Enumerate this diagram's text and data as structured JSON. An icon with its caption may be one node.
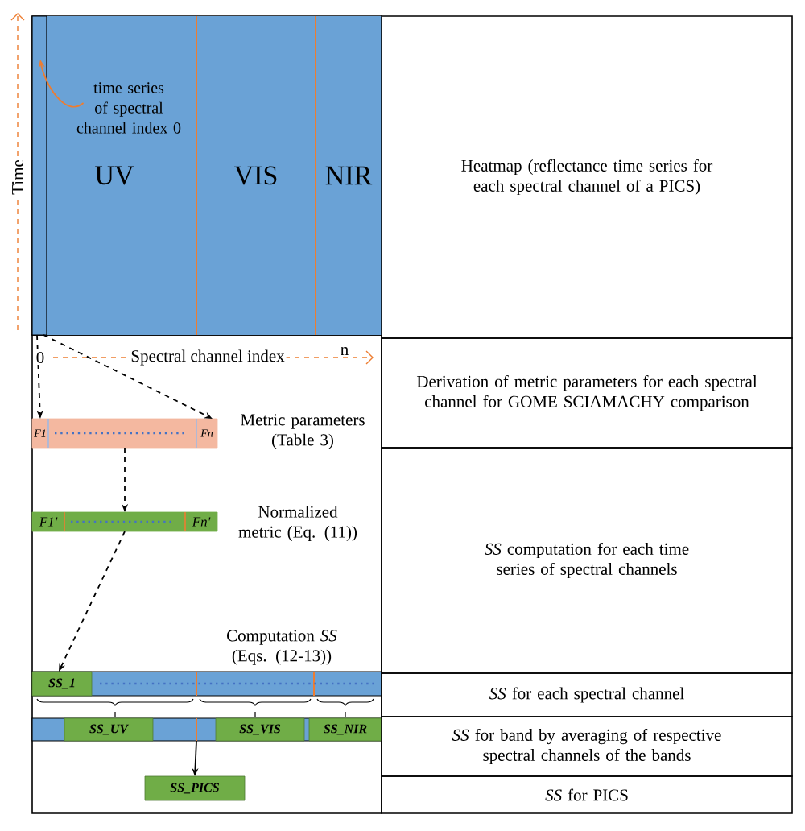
{
  "diagram": {
    "nodes": [
      {
        "text": [],
        "shape": "box"
      },
      {
        "text": [
          "UV"
        ],
        "in": 0
      },
      {
        "text": [
          "VIS"
        ],
        "in": 0
      },
      {
        "text": [
          "NIR"
        ],
        "in": 0
      },
      {
        "text": [],
        "shape": "bar",
        "in": 1
      },
      {
        "text": [
          "time series of spectral channel index 0"
        ],
        "in": 1
      },
      {
        "text": [
          "F1",
          "Fn"
        ],
        "beside": [
          "Metric parameters (Table 3)"
        ]
      },
      {
        "text": [
          "F1'",
          "Fn'"
        ],
        "beside": [
          "Normalized metric (Eq. (11))"
        ]
      },
      {
        "text": [],
        "shape": "bar"
      },
      {
        "text": [
          "SS_1"
        ],
        "in": 8
      },
      {
        "text": [],
        "shape": "bar"
      },
      {
        "text": [
          "SS_UV"
        ],
        "in": 10
      },
      {
        "text": [
          "SS_VIS"
        ],
        "in": 10
      },
      {
        "text": [
          "SS_NIR"
        ],
        "in": 10
      },
      {
        "text": [
          "SS_PICS"
        ]
      },
      {
        "text": [
          "Heatmap (reflectance time series for each spectral channel of  a PICS)"
        ]
      },
      {
        "text": [
          "Derivation of metric parameters for each spectral channel for GOME SCIAMACHY comparison"
        ]
      },
      {
        "text": [
          "*SS* computation for each time series of spectral channels"
        ]
      },
      {
        "text": [
          "*SS* for each spectral channel"
        ]
      },
      {
        "text": [
          "*SS* for band by averaging of respective spectral channels of the bands"
        ]
      },
      {
        "text": [
          "*SS* for PICS"
        ]
      }
    ],
    "edges": [
      {
        "from": 5,
        "to": 4,
        "arrow": "to",
        "color": "#ed7d31"
      },
      {
        "from": 4,
        "to": 6,
        "arrow": "to",
        "style": "dashed"
      },
      {
        "from": 4,
        "to": 6,
        "arrow": "to",
        "style": "dashed"
      },
      {
        "from": 6,
        "to": 7,
        "arrow": "to",
        "style": "dashed"
      },
      {
        "from": 7,
        "to": 9,
        "arrow": "to",
        "style": "dashed"
      },
      {
        "from": 10,
        "to": 14,
        "arrow": "to"
      }
    ],
    "labels": [
      "Time",
      "0",
      "Spectral channel index",
      "n",
      "Computation *SS* (Eqs. (12-13))"
    ]
  }
}
